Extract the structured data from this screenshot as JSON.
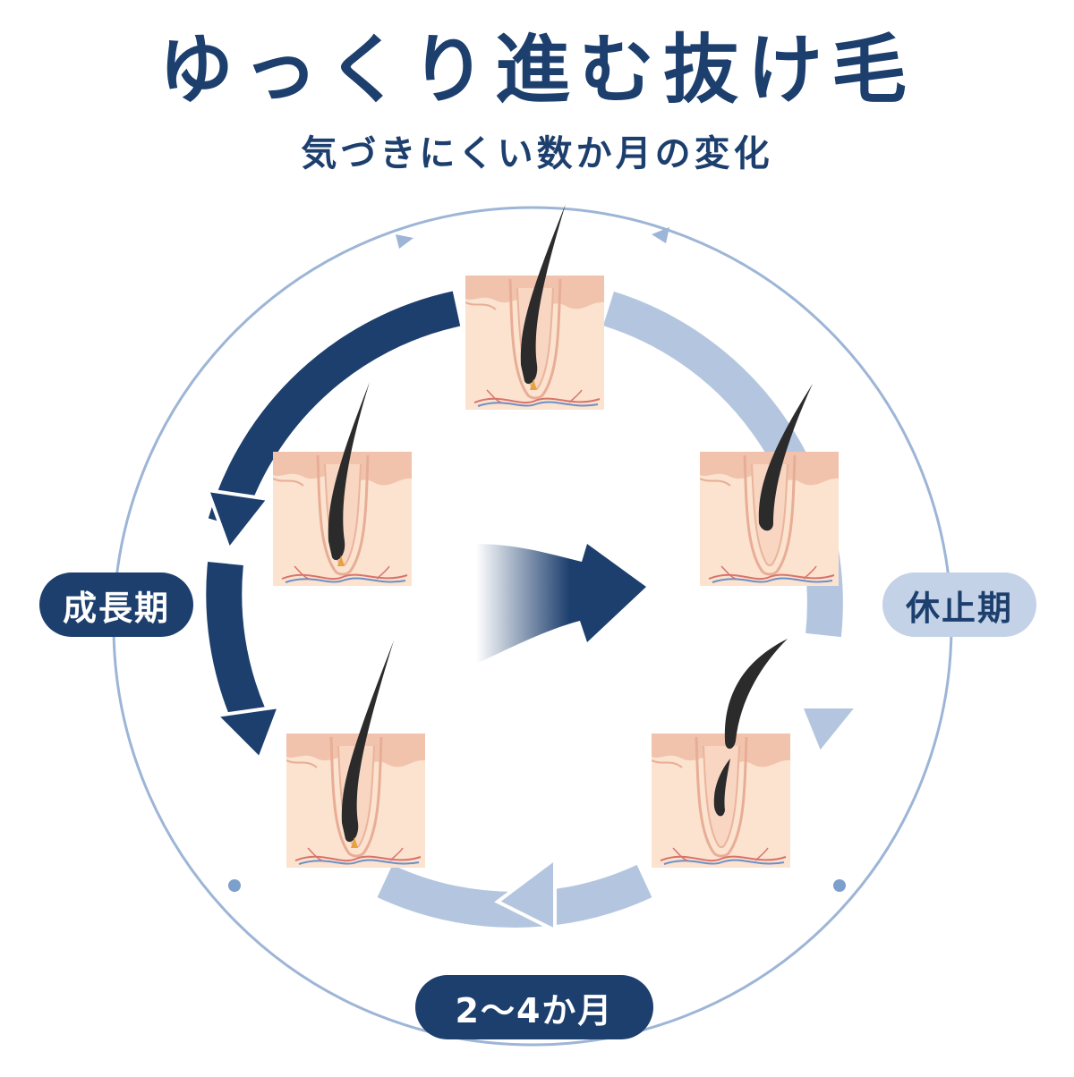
{
  "header": {
    "title": "ゆっくり進む抜け毛",
    "subtitle": "気づきにくい数か月の変化"
  },
  "labels": {
    "growth": "成長期",
    "rest": "休止期",
    "duration": "2〜4か月"
  },
  "colors": {
    "navy": "#1d3f6e",
    "light_blue": "#b4c6df",
    "pale_blue": "#c3d2e6",
    "ring": "#9db5d6",
    "skin": "#fbe3cf",
    "skin_layer": "#f2c3ac",
    "hair": "#2b2b2b",
    "vessel_red": "#d9736b",
    "vessel_blue": "#6b8fc9"
  }
}
